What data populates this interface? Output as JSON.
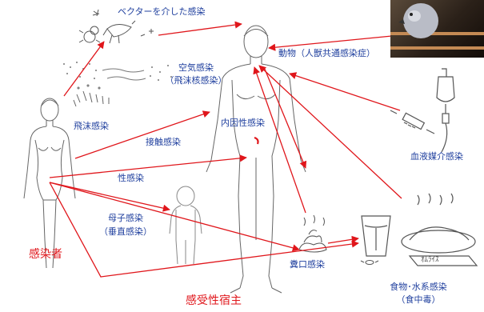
{
  "labels": {
    "vector": "ベクターを介した感染",
    "animal": "動物（人獣共通感染症）",
    "airborne_1": "空気感染",
    "airborne_2": "（飛沫核感染）",
    "droplet": "飛沫感染",
    "endogenous": "内因性感染",
    "blood": "血液媒介感染",
    "contact": "接触感染",
    "sexual": "性感染",
    "mother_child_1": "母子感染",
    "mother_child_2": "（垂直感染）",
    "fecal_oral": "糞口感染",
    "food_water_1": "食物･水系感染",
    "food_water_2": "（食中毒）",
    "plate_note": "ｵﾑﾗｲｽ"
  },
  "roles": {
    "source": "感染者",
    "host": "感受性宿主"
  },
  "colors": {
    "arrow": "#e0161b",
    "label": "#1f3f9e",
    "ink": "#555555"
  }
}
